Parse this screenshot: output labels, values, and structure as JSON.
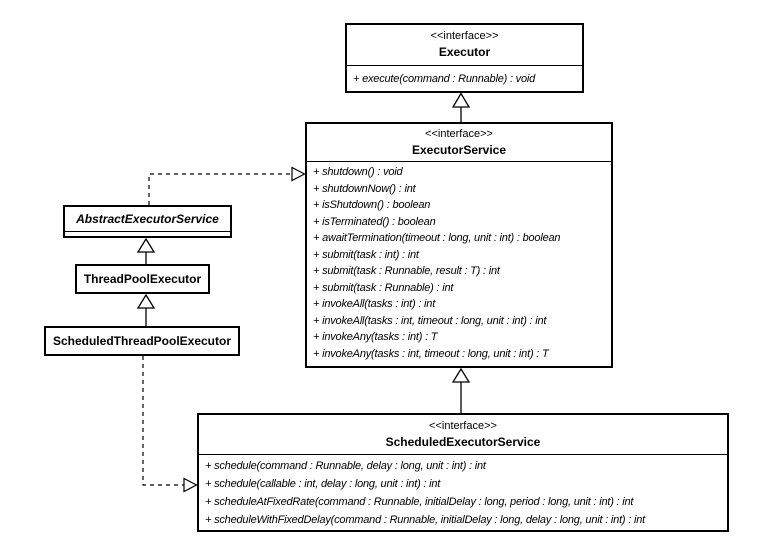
{
  "diagram": {
    "executor": {
      "stereotype": "<<interface>>",
      "name": "Executor",
      "methods": [
        "+ execute(command : Runnable) : void"
      ]
    },
    "executor_service": {
      "stereotype": "<<interface>>",
      "name": "ExecutorService",
      "methods": [
        "+ shutdown() : void",
        "+ shutdownNow() : int",
        "+ isShutdown() : boolean",
        "+ isTerminated() : boolean",
        "+ awaitTermination(timeout : long, unit : int) : boolean",
        "+ submit(task : int) : int",
        "+ submit(task : Runnable, result : T) : int",
        "+ submit(task : Runnable) : int",
        "+ invokeAll(tasks : int) : int",
        "+ invokeAll(tasks : int, timeout : long, unit : int) : int",
        "+ invokeAny(tasks : int) : T",
        "+ invokeAny(tasks : int, timeout : long, unit : int) : T"
      ]
    },
    "abstract_executor_service": {
      "name": "AbstractExecutorService"
    },
    "thread_pool_executor": {
      "name": "ThreadPoolExecutor"
    },
    "scheduled_thread_pool_executor": {
      "name": "ScheduledThreadPoolExecutor"
    },
    "scheduled_executor_service": {
      "stereotype": "<<interface>>",
      "name": "ScheduledExecutorService",
      "methods": [
        "+ schedule(command : Runnable, delay : long, unit : int) : int",
        "+ schedule(callable : int, delay : long, unit : int) : int",
        "+ scheduleAtFixedRate(command : Runnable, initialDelay : long, period : long, unit : int) : int",
        "+ scheduleWithFixedDelay(command : Runnable, initialDelay : long, delay : long, unit : int) : int"
      ]
    },
    "relationships": [
      {
        "from": "ExecutorService",
        "to": "Executor",
        "type": "generalization"
      },
      {
        "from": "ScheduledExecutorService",
        "to": "ExecutorService",
        "type": "generalization"
      },
      {
        "from": "ThreadPoolExecutor",
        "to": "AbstractExecutorService",
        "type": "generalization"
      },
      {
        "from": "ScheduledThreadPoolExecutor",
        "to": "ThreadPoolExecutor",
        "type": "generalization"
      },
      {
        "from": "AbstractExecutorService",
        "to": "ExecutorService",
        "type": "realization"
      },
      {
        "from": "ScheduledThreadPoolExecutor",
        "to": "ScheduledExecutorService",
        "type": "realization"
      }
    ],
    "colors": {
      "line": "#000000",
      "box_fill": "#ffffff",
      "background": "#ffffff"
    }
  }
}
